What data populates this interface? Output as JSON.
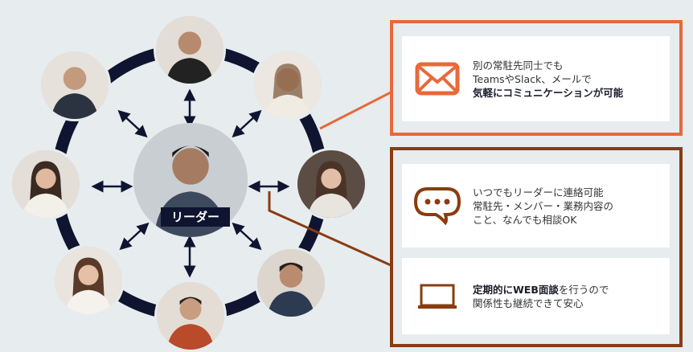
{
  "leader_label": "リーダー",
  "colors": {
    "ring": "#0f1530",
    "orange": "#e8693a",
    "brown": "#8a3c10",
    "background": "#e7ecef"
  },
  "cards": [
    {
      "icon": "mail-icon",
      "line1": "別の常駐先同士でも",
      "line2": "TeamsやSlack、メールで",
      "line3_bold": "気軽にコミュニケーションが可能"
    },
    {
      "icon": "chat-bubble-icon",
      "line1": "いつでもリーダーに連絡可能",
      "line2": "常駐先・メンバー・業務内容の",
      "line3": "こと、なんでも相談OK"
    },
    {
      "icon": "laptop-icon",
      "line1_bold": "定期的にWEB面談",
      "line1_rest": "を行うので",
      "line2": "関係性も継続できて安心"
    }
  ]
}
